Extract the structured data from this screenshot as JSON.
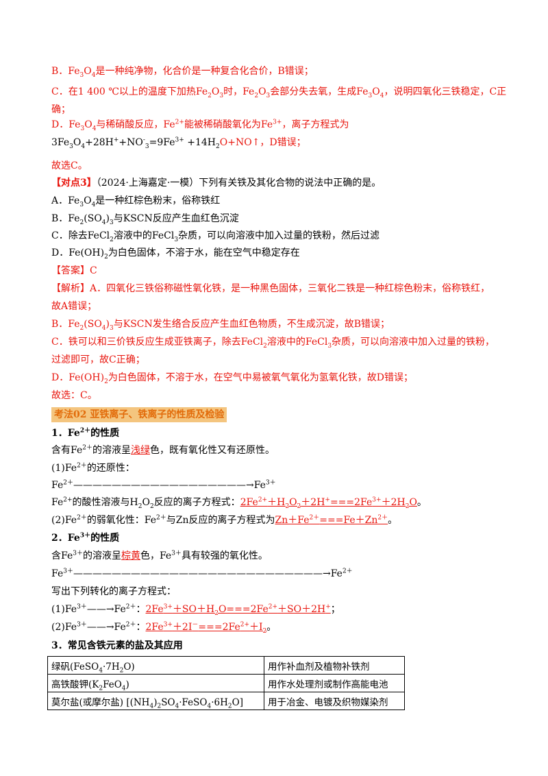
{
  "prev": {
    "b": [
      "B．Fe",
      "O",
      "是一种纯净物，化合价是一种复合化合价，B错误；"
    ],
    "c1": [
      "C．在1 400 ℃以上的温度下加热Fe",
      "O",
      "时，Fe",
      "O",
      "会部分失去氧，生成Fe",
      "O",
      "，说明四氧化三铁稳定，C正"
    ],
    "c2": "确；",
    "d1": [
      "D．Fe",
      "O",
      "与稀硝酸反应，Fe",
      "能被稀硝酸氧化为Fe",
      "，离子方程式为"
    ],
    "d2": [
      "3Fe",
      "O",
      "+28H",
      "+NO",
      "=9Fe",
      " +14H",
      "O+NO↑，D错误；"
    ],
    "choose": "故选C。"
  },
  "q3": {
    "tag": "【对点3】",
    "stem": "（2024·上海嘉定·一模）下列有关铁及其化合物的说法中正确的是。",
    "a": [
      "A．Fe",
      "O",
      "是一种红棕色粉末，俗称铁红"
    ],
    "b": [
      "B．Fe",
      "(SO",
      ")",
      "与KSCN反应产生血红色沉淀"
    ],
    "c": [
      "C．除去FeCl",
      "溶液中的FeCl",
      "杂质，可以向溶液中加入过量的铁粉，然后过滤"
    ],
    "d": [
      "D．Fe(OH)",
      "为白色固体，不溶于水，能在空气中稳定存在"
    ],
    "answer": "【答案】C",
    "ex_a1": "【解析】A．四氧化三铁俗称磁性氧化铁，是一种黑色固体，三氧化二铁是一种红棕色粉末，俗称铁红，",
    "ex_a2": "故A错误；",
    "ex_b": [
      "B．Fe",
      "(SO",
      ")",
      "与KSCN发生络合反应产生血红色物质，不生成沉淀，故B错误；"
    ],
    "ex_c1": [
      "C．铁可以和三价铁反应生成亚铁离子，除去FeCl",
      "溶液中的FeCl",
      "杂质，可以向溶液中加入过量的铁粉，"
    ],
    "ex_c2": "过滤即可，故C正确；",
    "ex_d": [
      "D．Fe(OH)",
      "为白色固体，不溶于水，在空气中易被氧气氧化为氢氧化铁，故D错误；"
    ],
    "choose": "故选：C。"
  },
  "section": {
    "title": "考法02  亚铁离子、铁离子的性质及检验"
  },
  "fe2": {
    "heading": [
      "1．Fe",
      "的性质"
    ],
    "intro": [
      "含有Fe",
      "的溶液呈",
      "浅绿",
      "色，既有氧化性又有还原性。"
    ],
    "reduce_title": [
      "(1)Fe",
      "的还原性："
    ],
    "arrow": [
      "Fe",
      "——————————————————→Fe"
    ],
    "eq1": [
      "Fe",
      "的酸性溶液与H",
      "O",
      "反应的离子方程式：",
      "2Fe",
      "＋H",
      "O",
      "＋2H",
      "===2Fe",
      "＋2H",
      "O",
      "。"
    ],
    "ox_title": [
      "(2)Fe",
      "的弱氧化性：Fe",
      "与Zn反应的离子方程式为",
      "Zn＋Fe",
      "===Fe＋Zn",
      "。"
    ]
  },
  "fe3": {
    "heading": [
      "2．Fe",
      "的性质"
    ],
    "intro": [
      "含Fe",
      "的溶液呈",
      "棕黄",
      "色，Fe",
      "具有较强的氧化性。"
    ],
    "arrow": [
      "Fe",
      "——————————————————————————→Fe"
    ],
    "prompt": "写出下列转化的离子方程式：",
    "eq1": [
      "(1)Fe",
      "——→Fe",
      "：",
      "2Fe",
      "＋SO＋H",
      "O===2Fe",
      "＋SO＋2H",
      "；"
    ],
    "eq2": [
      "(2)Fe",
      "——→Fe",
      "：",
      "2Fe",
      "＋2I",
      "===2Fe",
      "＋I",
      "。"
    ]
  },
  "salts": {
    "heading": "3．常见含铁元素的盐及其应用",
    "rows": [
      {
        "name": [
          "绿矾(FeSO",
          "·7H",
          "O)"
        ],
        "use": "用作补血剂及植物补铁剂"
      },
      {
        "name": [
          "高铁酸钾(K",
          "FeO",
          ")"
        ],
        "use": "用作水处理剂或制作高能电池"
      },
      {
        "name": [
          "莫尔盐(或摩尔盐) [(NH",
          ")",
          "SO",
          "·FeSO",
          "·6H",
          "O]"
        ],
        "use": "用于冶金、电镀及织物媒染剂"
      }
    ]
  },
  "sub": {
    "n2": "2",
    "n3": "3",
    "n4": "4",
    "plus": "+",
    "minus": "-",
    "two_plus": "2+",
    "three_plus": "3+",
    "e2": "2＋",
    "e3": "3＋",
    "e2b": "2+",
    "m": "－"
  }
}
